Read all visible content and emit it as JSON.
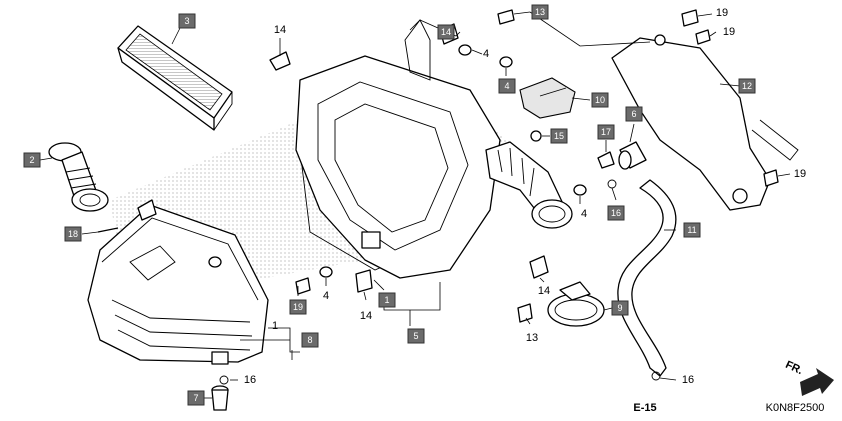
{
  "diagram": {
    "drawing_code": "K0N8F2500",
    "ref_section": "E-15",
    "direction_label": "FR.",
    "label_color": "#6b6b6b",
    "callouts": [
      {
        "id": "c3",
        "text": "3",
        "boxed": true
      },
      {
        "id": "c2",
        "text": "2",
        "boxed": true
      },
      {
        "id": "c18",
        "text": "18",
        "boxed": true
      },
      {
        "id": "c8",
        "text": "8",
        "boxed": true
      },
      {
        "id": "c7",
        "text": "7",
        "boxed": true
      },
      {
        "id": "c1a",
        "text": "1",
        "boxed": false
      },
      {
        "id": "c1b",
        "text": "1",
        "boxed": true
      },
      {
        "id": "c5",
        "text": "5",
        "boxed": true
      },
      {
        "id": "c14a",
        "text": "14",
        "boxed": false
      },
      {
        "id": "c14b",
        "text": "14",
        "boxed": true
      },
      {
        "id": "c14c",
        "text": "14",
        "boxed": false
      },
      {
        "id": "c14d",
        "text": "14",
        "boxed": false
      },
      {
        "id": "c13a",
        "text": "13",
        "boxed": true
      },
      {
        "id": "c13b",
        "text": "13",
        "boxed": false
      },
      {
        "id": "c4a",
        "text": "4",
        "boxed": false
      },
      {
        "id": "c4b",
        "text": "4",
        "boxed": true
      },
      {
        "id": "c4c",
        "text": "4",
        "boxed": false
      },
      {
        "id": "c4d",
        "text": "4",
        "boxed": false
      },
      {
        "id": "c10",
        "text": "10",
        "boxed": true
      },
      {
        "id": "c15",
        "text": "15",
        "boxed": true
      },
      {
        "id": "c17",
        "text": "17",
        "boxed": true
      },
      {
        "id": "c6",
        "text": "6",
        "boxed": true
      },
      {
        "id": "c12",
        "text": "12",
        "boxed": true
      },
      {
        "id": "c19a",
        "text": "19",
        "boxed": false
      },
      {
        "id": "c19b",
        "text": "19",
        "boxed": false
      },
      {
        "id": "c19c",
        "text": "19",
        "boxed": false
      },
      {
        "id": "c19d",
        "text": "19",
        "boxed": true
      },
      {
        "id": "c16a",
        "text": "16",
        "boxed": true
      },
      {
        "id": "c16b",
        "text": "16",
        "boxed": false
      },
      {
        "id": "c16c",
        "text": "16",
        "boxed": false
      },
      {
        "id": "c11",
        "text": "11",
        "boxed": true
      },
      {
        "id": "c9",
        "text": "9",
        "boxed": true
      }
    ]
  }
}
